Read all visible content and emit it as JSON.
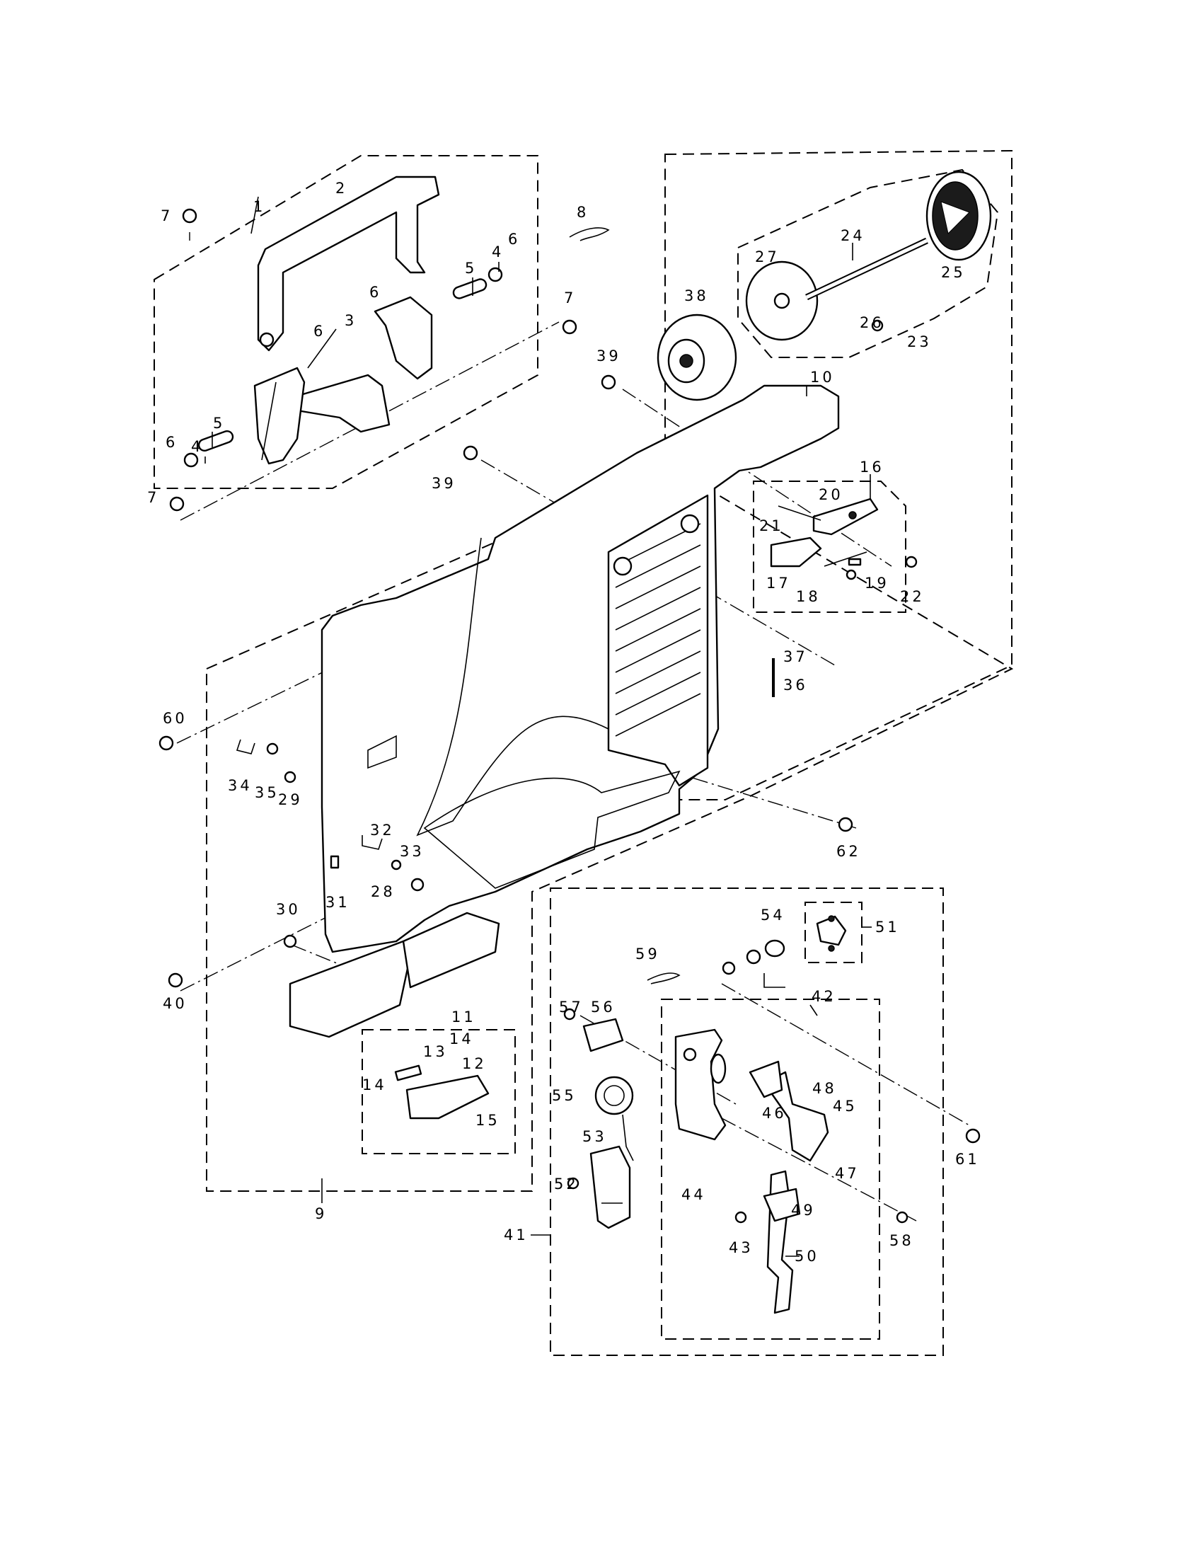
{
  "diagram": {
    "kind": "exploded parts diagram",
    "callouts": [
      "1",
      "2",
      "3",
      "4",
      "5",
      "6",
      "7",
      "8",
      "9",
      "10",
      "11",
      "12",
      "13",
      "14",
      "15",
      "16",
      "17",
      "18",
      "19",
      "20",
      "21",
      "22",
      "23",
      "24",
      "25",
      "26",
      "27",
      "28",
      "29",
      "30",
      "31",
      "32",
      "33",
      "34",
      "35",
      "36",
      "37",
      "38",
      "39",
      "40",
      "41",
      "42",
      "43",
      "44",
      "45",
      "46",
      "47",
      "48",
      "49",
      "50",
      "51",
      "52",
      "53",
      "54",
      "55",
      "56",
      "57",
      "58",
      "59",
      "60",
      "61",
      "62"
    ]
  }
}
